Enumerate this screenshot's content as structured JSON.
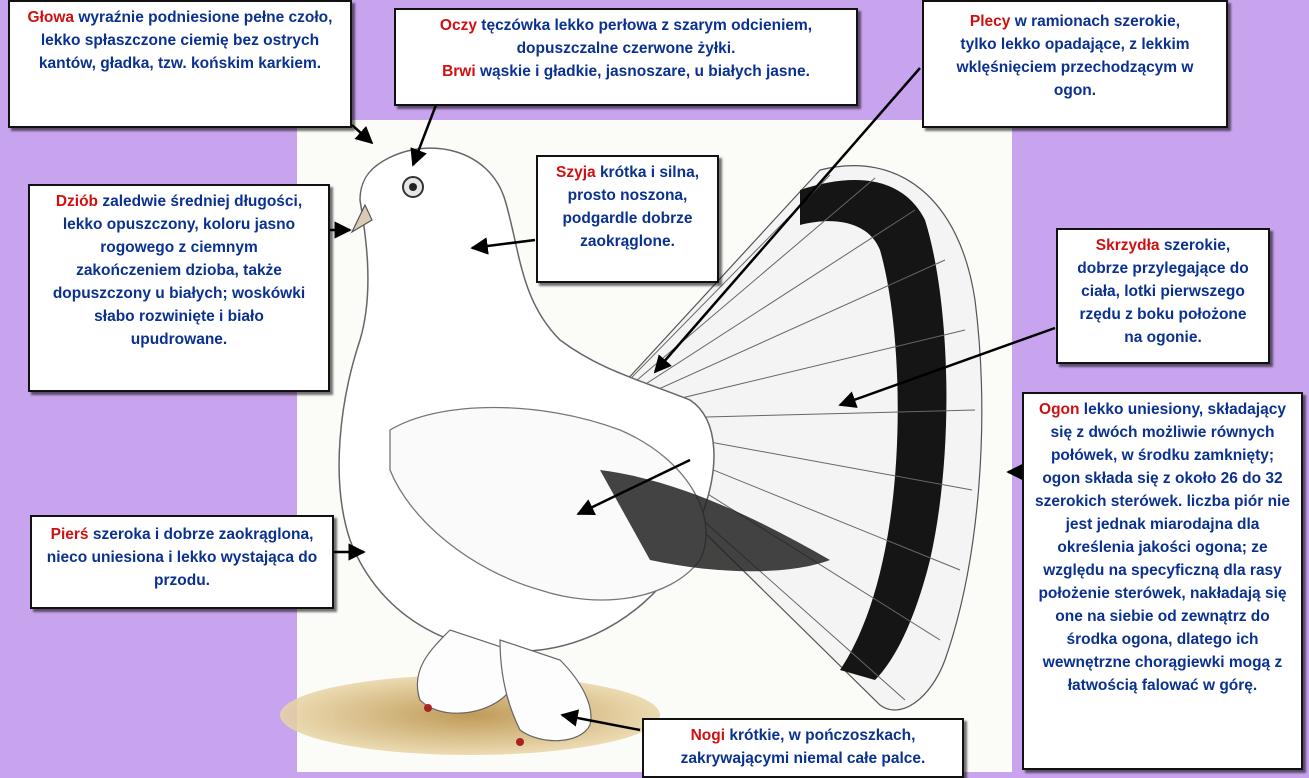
{
  "colors": {
    "background": "#c9a4ee",
    "term": "#d01010",
    "text": "#0a3190"
  },
  "labels": {
    "glowa": {
      "term": "Głowa",
      "text": "wyraźnie podniesione pełne czoło, lekko spłaszczone ciemię bez ostrych kantów, gładka, tzw. końskim karkiem."
    },
    "oczy": {
      "term": "Oczy",
      "text": "tęczówka lekko perłowa z szarym odcieniem, dopuszczalne czerwone żyłki."
    },
    "brwi": {
      "term": "Brwi",
      "text": "wąskie i gładkie, jasnoszare, u białych jasne."
    },
    "plecy": {
      "term": "Plecy",
      "text": "w ramionach szerokie, tylko lekko opadające, z lekkim wklęśnięciem przechodzącym w ogon."
    },
    "dziob": {
      "term": "Dziób",
      "text": "zaledwie średniej długości, lekko opuszczony, koloru jasno rogowego z ciemnym zakończeniem dzioba, także dopuszczony u białych; woskówki słabo rozwinięte i biało upudrowane."
    },
    "szyja": {
      "term": "Szyja",
      "text": "krótka i silna, prosto noszona, podgardle dobrze zaokrąglone."
    },
    "skrzydla": {
      "term": "Skrzydła",
      "text": "szerokie, dobrze przylegające do ciała, lotki pierwszego rzędu z boku położone na ogonie."
    },
    "ogon": {
      "term": "Ogon",
      "text": "lekko uniesiony, składający się z dwóch możliwie równych połówek, w środku zamknięty; ogon składa się z około 26 do 32 szerokich sterówek. liczba piór nie jest jednak miarodajna dla określenia jakości ogona; ze względu na specyficzną dla rasy położenie sterówek, nakładają się one na siebie od zewnątrz do środka ogona, dlatego ich wewnętrzne chorągiewki mogą z łatwością falować w górę."
    },
    "piers": {
      "term": "Pierś",
      "text": "szeroka i dobrze zaokrąglona, nieco uniesiona i lekko wystająca do przodu."
    },
    "nogi": {
      "term": "Nogi",
      "text": "krótkie, w pończoszkach, zakrywającymi niemal całe palce."
    }
  }
}
